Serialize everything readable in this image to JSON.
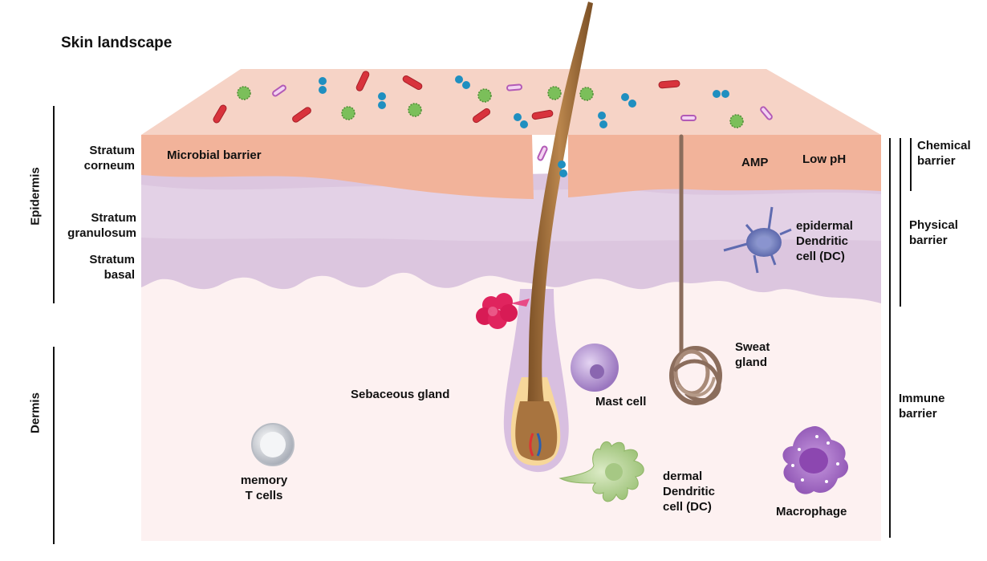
{
  "title": "Skin landscape",
  "layers": {
    "stratum_corneum": [
      "Stratum",
      "corneum"
    ],
    "stratum_granulosum": [
      "Stratum",
      "granulosum"
    ],
    "stratum_basal": [
      "Stratum",
      "basal"
    ]
  },
  "regions": {
    "epidermis": "Epidermis",
    "dermis": "Dermis"
  },
  "labels": {
    "microbial_barrier": "Microbial barrier",
    "amp": "AMP",
    "low_ph": "Low pH",
    "epidermal_dc": [
      "epidermal",
      "Dendritic",
      "cell (DC)"
    ],
    "sweat_gland": [
      "Sweat",
      "gland"
    ],
    "sebaceous_gland": "Sebaceous gland",
    "mast_cell": "Mast cell",
    "memory_t_cells": [
      "memory",
      "T cells"
    ],
    "dermal_dc": [
      "dermal",
      "Dendritic",
      "cell (DC)"
    ],
    "macrophage": "Macrophage"
  },
  "barriers": {
    "chemical": [
      "Chemical",
      "barrier"
    ],
    "physical": [
      "Physical",
      "barrier"
    ],
    "immune": [
      "Immune",
      "barrier"
    ]
  },
  "colors": {
    "corneum": "#f2b49a",
    "surface": "#f6d2c4",
    "epidermis": "#ddc6df",
    "dermis": "#fdf1f1",
    "hair": "#a8743f",
    "bacteria_red": "#d8333c",
    "cocci_blue": "#1f8fc0",
    "virus_green": "#6ab04c",
    "rod_purple": "#b25ab6",
    "sebaceous": "#e0245e",
    "mast_cell": "#b08fcf",
    "dermal_dc": "#b9d49a",
    "macrophage": "#a86ec8",
    "epidermal_dc": "#6d78b8",
    "t_cell": "#c4c8cf"
  }
}
